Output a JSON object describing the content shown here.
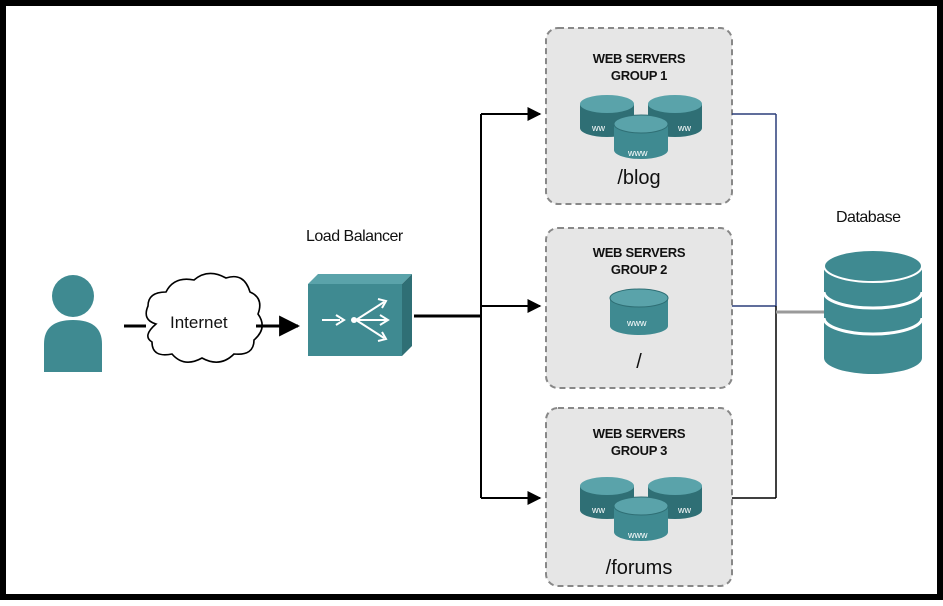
{
  "diagram": {
    "internet_label": "Internet",
    "load_balancer_label": "Load Balancer",
    "database_label": "Database",
    "server_icon_text": "www",
    "server_icon_text_clipped": "ww",
    "groups": [
      {
        "title_line1": "WEB SERVERS",
        "title_line2": "GROUP 1",
        "path": "/blog"
      },
      {
        "title_line1": "WEB SERVERS",
        "title_line2": "GROUP 2",
        "path": "/"
      },
      {
        "title_line1": "WEB SERVERS",
        "title_line2": "GROUP 3",
        "path": "/forums"
      }
    ]
  },
  "colors": {
    "accent": "#3f8a91",
    "accent_dark": "#2f6f75",
    "accent_light": "#5aa3aa",
    "group_fill": "#e6e6e6",
    "group_border": "#888888",
    "line": "#000000",
    "db_link_line": "#2b3f7a",
    "db_connector": "#9a9a9a"
  }
}
